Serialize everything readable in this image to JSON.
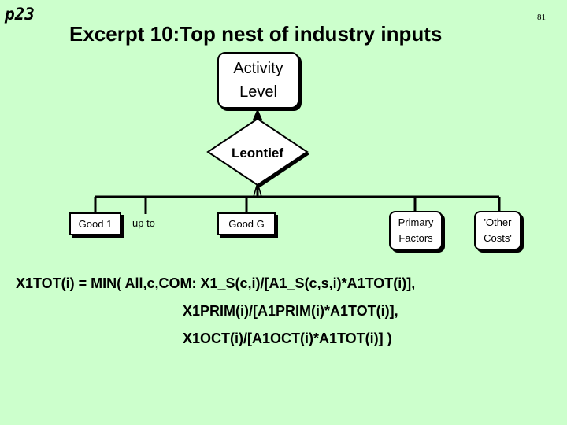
{
  "header": {
    "page_tag": "p23",
    "title": "Excerpt 10:Top nest of industry inputs",
    "page_number": "81"
  },
  "diagram": {
    "activity": {
      "line1": "Activity",
      "line2": "Level"
    },
    "leontief": "Leontief",
    "inputs": [
      {
        "line1": "Good 1"
      },
      {
        "line1": "up to"
      },
      {
        "line1": "Good G"
      },
      {
        "line1": "Primary",
        "line2": "Factors"
      },
      {
        "line1": "'Other",
        "line2": "Costs'"
      }
    ]
  },
  "formula": {
    "line1": "X1TOT(i) = MIN( All,c,COM: X1_S(c,i)/[A1_S(c,s,i)*A1TOT(i)],",
    "line2": "X1PRIM(i)/[A1PRIM(i)*A1TOT(i)],",
    "line3": "X1OCT(i)/[A1OCT(i)*A1TOT(i)] )"
  }
}
